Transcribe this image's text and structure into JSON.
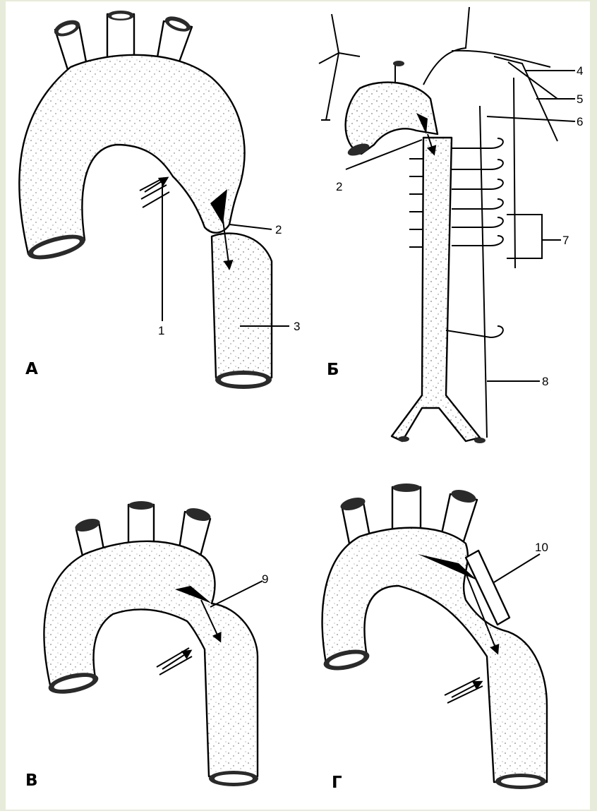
{
  "panels": {
    "a": {
      "letter": "А",
      "callouts": {
        "c1": "1",
        "c2": "2",
        "c3": "3"
      }
    },
    "b": {
      "letter": "Б",
      "callouts": {
        "c2": "2",
        "c4": "4",
        "c5": "5",
        "c6": "6",
        "c7": "7",
        "c8": "8"
      }
    },
    "v": {
      "letter": "В",
      "callouts": {
        "c9": "9"
      }
    },
    "g": {
      "letter": "Г",
      "callouts": {
        "c10": "10"
      }
    }
  }
}
